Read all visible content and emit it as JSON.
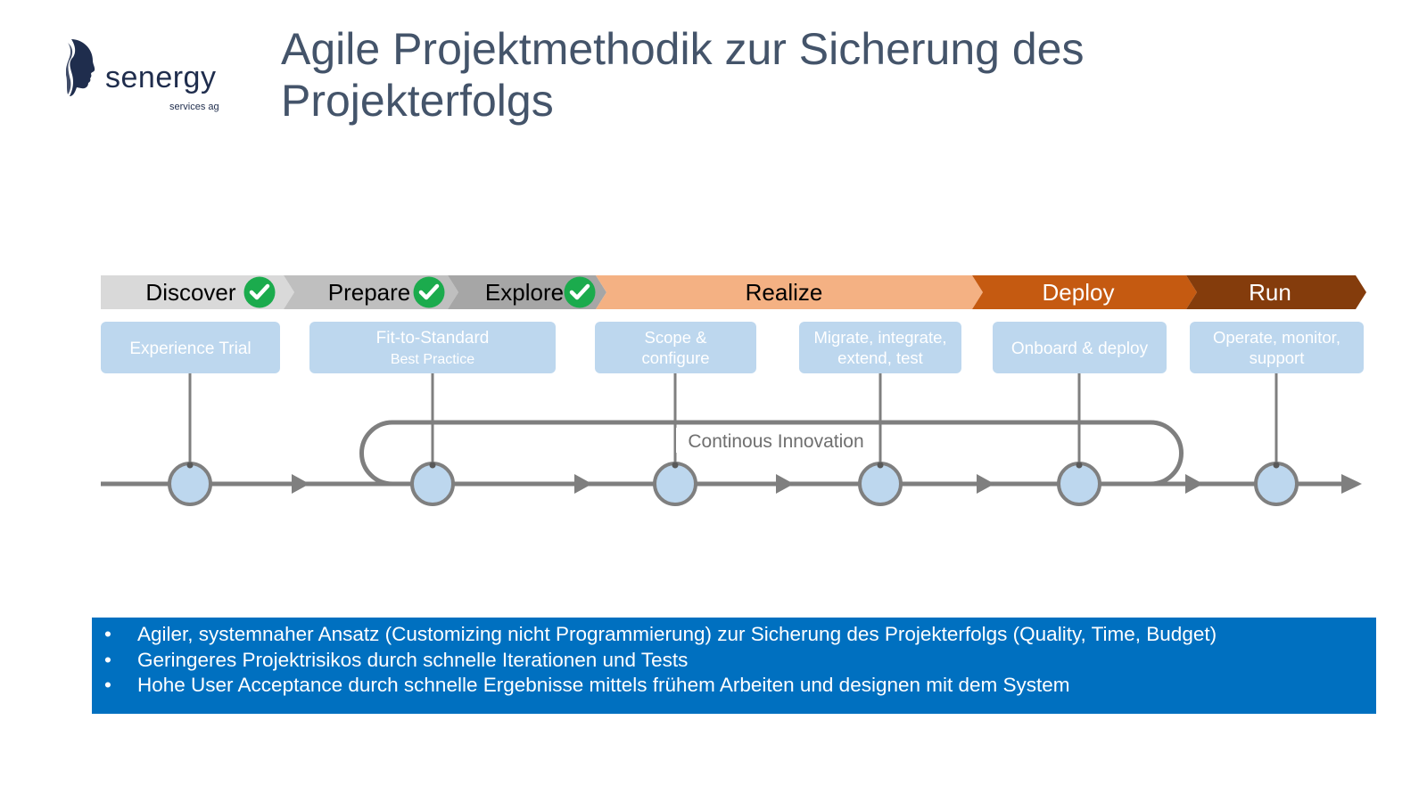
{
  "logo": {
    "name": "senergy",
    "sub": "services ag"
  },
  "title": {
    "line1": "Agile Projektmethodik zur Sicherung des",
    "line2": "Projekterfolgs"
  },
  "phases": [
    {
      "label": "Discover",
      "completed": true,
      "fill": "#d9d9d9",
      "text_color": "#000000"
    },
    {
      "label": "Prepare",
      "completed": true,
      "fill": "#bfbfbf",
      "text_color": "#000000"
    },
    {
      "label": "Explore",
      "completed": true,
      "fill": "#a6a6a6",
      "text_color": "#000000"
    },
    {
      "label": "Realize",
      "completed": false,
      "fill": "#f4b183",
      "text_color": "#000000"
    },
    {
      "label": "Deploy",
      "completed": false,
      "fill": "#c55a11",
      "text_color": "#ffffff"
    },
    {
      "label": "Run",
      "completed": false,
      "fill": "#843c0c",
      "text_color": "#ffffff"
    }
  ],
  "steps": [
    {
      "line1": "Experience Trial",
      "line2": ""
    },
    {
      "line1": "Fit-to-Standard",
      "line2": "Best Practice"
    },
    {
      "line1": "Scope &",
      "line2": "configure"
    },
    {
      "line1": "Migrate, integrate,",
      "line2": "extend, test"
    },
    {
      "line1": "Onboard & deploy",
      "line2": ""
    },
    {
      "line1": "Operate, monitor,",
      "line2": "support"
    }
  ],
  "loop_label": "Continous Innovation",
  "bullets": [
    "Agiler, systemnaher Ansatz (Customizing nicht Programmierung) zur Sicherung des Projekterfolgs (Quality, Time, Budget)",
    "Geringeres Projektrisikos durch schnelle Iterationen und Tests",
    "Hohe User Acceptance durch schnelle Ergebnisse mittels frühem Arbeiten und designen mit dem System"
  ],
  "colors": {
    "title": "#44546a",
    "step_box": "#bdd7ee",
    "line": "#7f7f7f",
    "node": "#bdd7ee",
    "check": "#1bab4d",
    "bullet_bg": "#0070c0"
  }
}
